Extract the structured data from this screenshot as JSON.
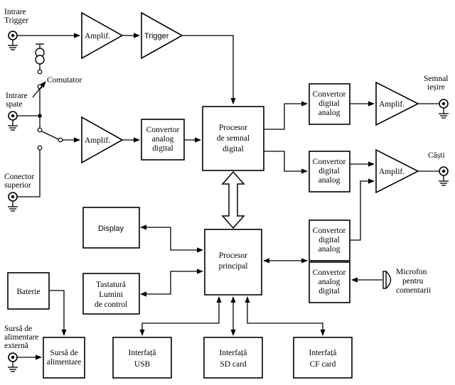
{
  "labels": {
    "intrare_trigger": [
      "Intrare",
      "Trigger"
    ],
    "intrare_spate": [
      "Intrare",
      "spate"
    ],
    "conector_superior": [
      "Conector",
      "superior"
    ],
    "comutator": "Comutator",
    "semnal_iesire": [
      "Semnal",
      "ieșire"
    ],
    "casti": "Căști",
    "microfon": [
      "Microfon",
      "pentru",
      "comentarii"
    ],
    "sursa_externa": [
      "Sursă de",
      "alimentare",
      "externă"
    ]
  },
  "blocks": {
    "amplif_top": "Amplif.",
    "trigger": "Trigger",
    "amplif_mid": "Amplif.",
    "adc_in": [
      "Convertor",
      "analog",
      "digital"
    ],
    "dsp": [
      "Procesor",
      "de semnal",
      "digital"
    ],
    "dac_out1": [
      "Convertor",
      "digital",
      "analog"
    ],
    "amplif_out1": "Amplif.",
    "dac_out2": [
      "Convertor",
      "digital",
      "analog"
    ],
    "amplif_out2": "Amplif.",
    "display": "Display",
    "cpu": [
      "Procesor",
      "principal"
    ],
    "dac_mic": [
      "Convertor",
      "digital",
      "analog"
    ],
    "adc_mic": [
      "Convertor",
      "analog",
      "digital"
    ],
    "tastatura": [
      "Tastatură",
      "Lumini",
      "de control"
    ],
    "baterie": "Baterie",
    "sursa": [
      "Sursă de",
      "alimentare"
    ],
    "usb": [
      "Interfață",
      "USB"
    ],
    "sd": [
      "Interfață",
      "SD card"
    ],
    "cf": [
      "Interfață",
      "CF card"
    ]
  }
}
